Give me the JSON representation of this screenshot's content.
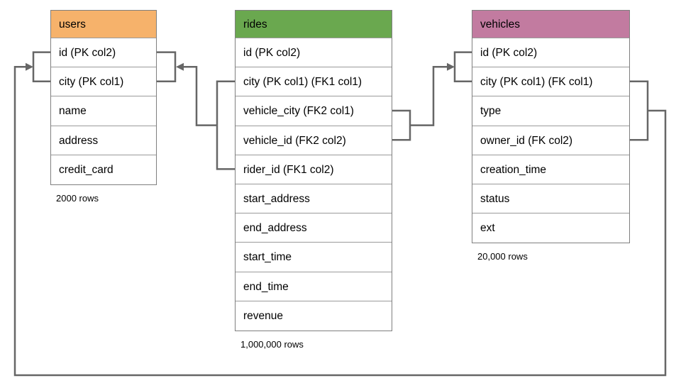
{
  "diagram": {
    "tables": {
      "users": {
        "title": "users",
        "header_color": "#F6B26B",
        "columns": [
          "id (PK col2)",
          "city (PK col1)",
          "name",
          "address",
          "credit_card"
        ],
        "row_count_label": "2000 rows"
      },
      "rides": {
        "title": "rides",
        "header_color": "#6AA84F",
        "columns": [
          "id (PK col2)",
          "city (PK col1) (FK1 col1)",
          "vehicle_city (FK2 col1)",
          "vehicle_id (FK2 col2)",
          "rider_id (FK1 col2)",
          "start_address",
          "end_address",
          "start_time",
          "end_time",
          "revenue"
        ],
        "row_count_label": "1,000,000 rows"
      },
      "vehicles": {
        "title": "vehicles",
        "header_color": "#C27BA0",
        "columns": [
          "id (PK col2)",
          "city (PK col1) (FK col1)",
          "type",
          "owner_id (FK col2)",
          "creation_time",
          "status",
          "ext"
        ],
        "row_count_label": "20,000 rows"
      }
    },
    "relationships": [
      {
        "name": "rides-fk1-to-users",
        "from": "rides(city, rider_id)",
        "to": "users(city, id)"
      },
      {
        "name": "rides-fk2-to-vehicles",
        "from": "rides(vehicle_city, vehicle_id)",
        "to": "vehicles(city, id)"
      },
      {
        "name": "vehicles-fk-to-users",
        "from": "vehicles(city, owner_id)",
        "to": "users(city, id)"
      }
    ],
    "line_color": "#666666"
  }
}
